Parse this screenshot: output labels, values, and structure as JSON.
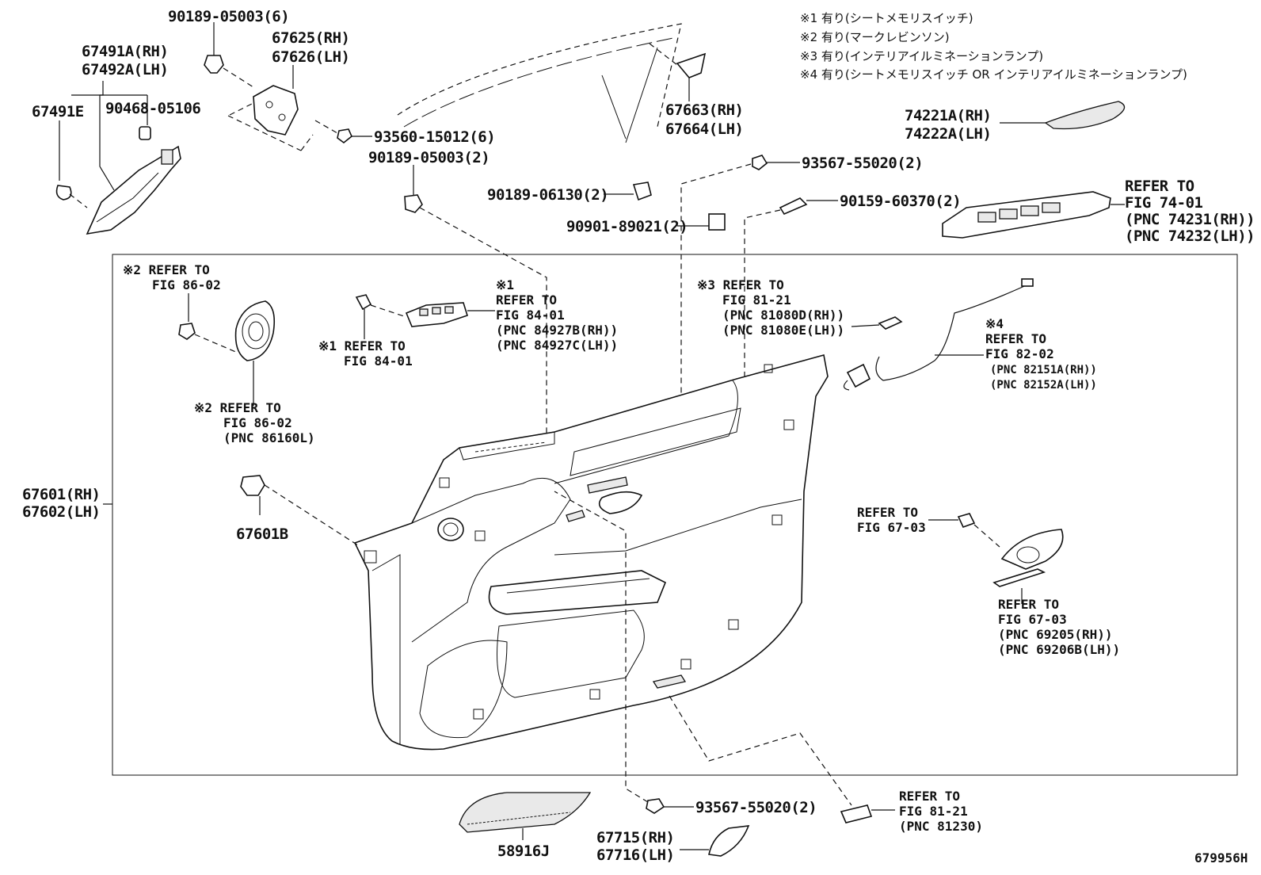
{
  "notes": [
    "※1 有り(シートメモリスイッチ)",
    "※2 有り(マークレビンソン)",
    "※3 有り(インテリアイルミネーションランプ)",
    "※4 有り(シートメモリスイッチ OR インテリアイルミネーションランプ)"
  ],
  "labels": {
    "p90189_05003_6": "90189-05003(6)",
    "p67625": "67625(RH)",
    "p67626": "67626(LH)",
    "p67491A": "67491A(RH)",
    "p67492A": "67492A(LH)",
    "p67491E": "67491E",
    "p90468": "90468-05106",
    "p93560": "93560-15012(6)",
    "p90189_05003_2": "90189-05003(2)",
    "p67663": "67663(RH)",
    "p67664": "67664(LH)",
    "p74221A": "74221A(RH)",
    "p74222A": "74222A(LH)",
    "p93567_top": "93567-55020(2)",
    "p90189_06130": "90189-06130(2)",
    "p90159": "90159-60370(2)",
    "p90901": "90901-89021(2)",
    "ref74_1": "REFER TO",
    "ref74_2": "FIG 74-01",
    "ref74_3": "(PNC 74231(RH))",
    "ref74_4": "(PNC 74232(LH))",
    "ref86a_1": "※2 REFER TO",
    "ref86a_2": "FIG 86-02",
    "ref84a_0": "※1",
    "ref84a_1": "REFER TO",
    "ref84a_2": "FIG 84-01",
    "ref84a_3": "(PNC 84927B(RH))",
    "ref84a_4": "(PNC 84927C(LH))",
    "ref81a_1": "※3 REFER TO",
    "ref81a_2": "FIG 81-21",
    "ref81a_3": "(PNC 81080D(RH))",
    "ref81a_4": "(PNC 81080E(LH))",
    "ref84b_1": "※1 REFER TO",
    "ref84b_2": "FIG 84-01",
    "ref82_0": "※4",
    "ref82_1": "REFER TO",
    "ref82_2": "FIG 82-02",
    "ref82_3": "(PNC 82151A(RH))",
    "ref82_4": "(PNC 82152A(LH))",
    "ref86b_1": "※2 REFER TO",
    "ref86b_2": "FIG 86-02",
    "ref86b_3": "(PNC 86160L)",
    "p67601": "67601(RH)",
    "p67602": "67602(LH)",
    "p67601B": "67601B",
    "ref67a_1": "REFER TO",
    "ref67a_2": "FIG 67-03",
    "ref67b_1": "REFER TO",
    "ref67b_2": "FIG 67-03",
    "ref67b_3": "(PNC 69205(RH))",
    "ref67b_4": "(PNC 69206B(LH))",
    "p93567_bot": "93567-55020(2)",
    "ref81b_1": "REFER TO",
    "ref81b_2": "FIG 81-21",
    "ref81b_3": "(PNC 81230)",
    "p58916J": "58916J",
    "p67715": "67715(RH)",
    "p67716": "67716(LH)",
    "figure_id": "679956H"
  }
}
